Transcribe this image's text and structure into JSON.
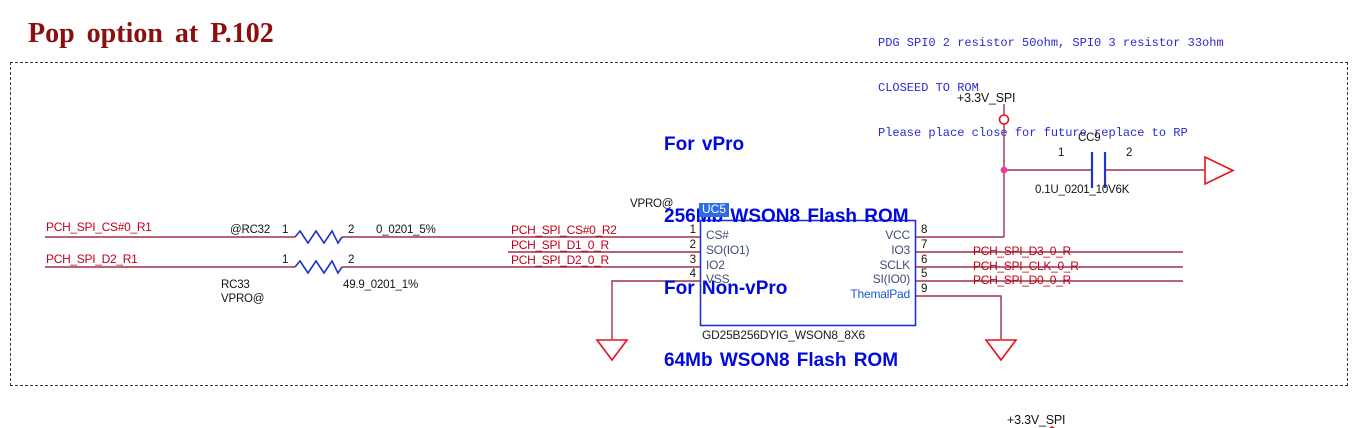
{
  "title": "Pop option at P.102",
  "note": {
    "line1": "PDG SPI0 2 resistor 50ohm, SPI0 3 resistor 33ohm",
    "line2": "CLOSEED TO ROM",
    "line3": "Please place close for future replace to RP"
  },
  "annotation": {
    "line1": "For vPro",
    "line2": "256Mb WSON8 Flash ROM",
    "line3": "For Non-vPro",
    "line4": "64Mb WSON8 Flash ROM"
  },
  "power": {
    "top_net": "+3.3V_SPI",
    "bottom_net": "+3.3V_SPI"
  },
  "capacitor": {
    "ref": "CC9",
    "pin1": "1",
    "pin2": "2",
    "value": "0.1U_0201_10V6K"
  },
  "resistor_rc32": {
    "ref": "@RC32",
    "pin1": "1",
    "pin2": "2",
    "value": "0_0201_5%"
  },
  "resistor_rc33": {
    "ref": "RC33",
    "pin1": "1",
    "pin2": "2",
    "value": "49.9_0201_1%",
    "flag": "VPRO@"
  },
  "ic": {
    "ref": "UC5",
    "flag": "VPRO@",
    "part": "GD25B256DYIG_WSON8_8X6",
    "left_pins": [
      {
        "num": "1",
        "name": "CS#"
      },
      {
        "num": "2",
        "name": "SO(IO1)"
      },
      {
        "num": "3",
        "name": "IO2"
      },
      {
        "num": "4",
        "name": "VSS"
      }
    ],
    "right_pins": [
      {
        "num": "8",
        "name": "VCC"
      },
      {
        "num": "7",
        "name": "IO3"
      },
      {
        "num": "6",
        "name": "SCLK"
      },
      {
        "num": "5",
        "name": "SI(IO0)"
      },
      {
        "num": "9",
        "name": "ThemalPad"
      }
    ]
  },
  "nets": {
    "cs0_r1": "PCH_SPI_CS#0_R1",
    "cs0_r2": "PCH_SPI_CS#0_R2",
    "d1_0": "PCH_SPI_D1_0_R",
    "d2_r1": "PCH_SPI_D2_R1",
    "d2_0": "PCH_SPI_D2_0_R",
    "d3_0": "PCH_SPI_D3_0_R",
    "clk_0": "PCH_SPI_CLK_0_R",
    "d0_0": "PCH_SPI_D0_0_R"
  },
  "colors": {
    "wire": "#a03048",
    "symbol_blue": "#2233cc",
    "symbol_red": "#e3131b",
    "net_text": "#c00018",
    "junction": "#ee3a9b",
    "annotation_blue": "#0008e0",
    "title_red": "#8b0f0f",
    "note_blue": "#2a2ad4"
  }
}
